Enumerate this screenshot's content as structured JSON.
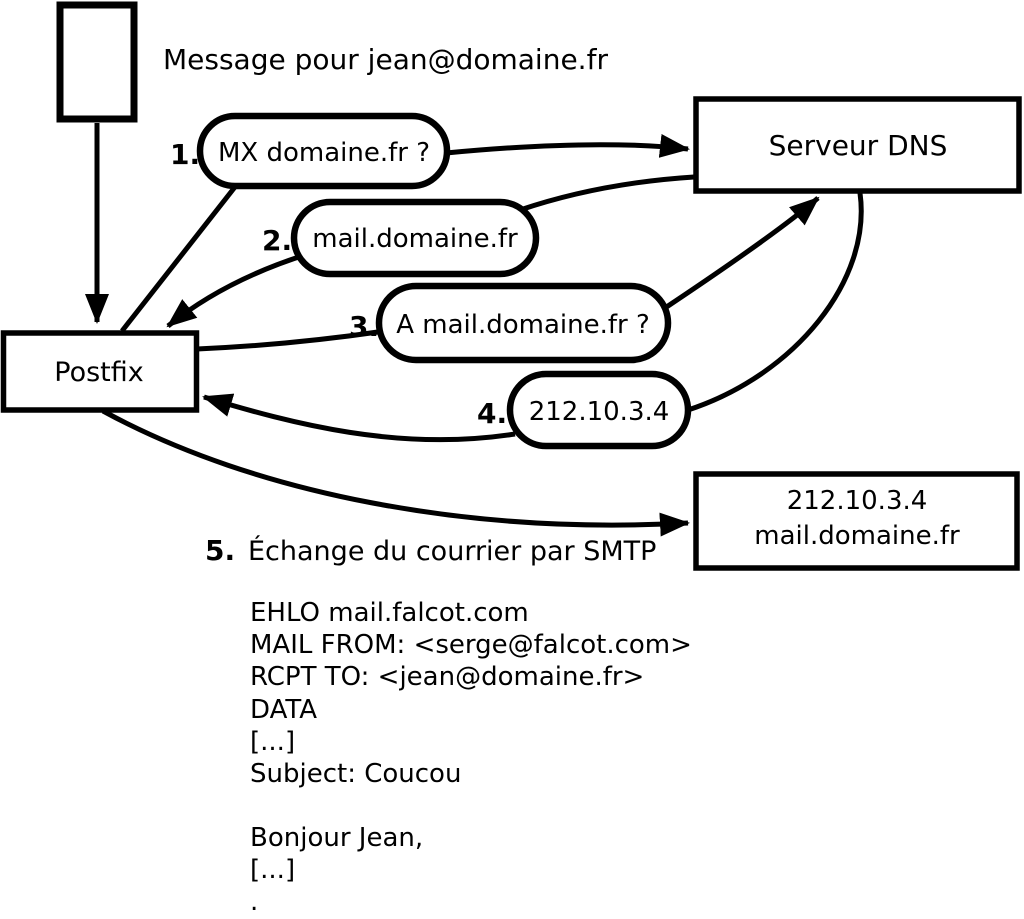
{
  "diagram": {
    "message_label": "Message pour jean@domaine.fr",
    "nodes": {
      "postfix": "Postfix",
      "dns": "Serveur DNS",
      "mail_server_ip": "212.10.3.4",
      "mail_server_host": "mail.domaine.fr"
    },
    "steps": [
      {
        "num": "1.",
        "label": "MX domaine.fr ?"
      },
      {
        "num": "2.",
        "label": "mail.domaine.fr"
      },
      {
        "num": "3.",
        "label": "A mail.domaine.fr ?"
      },
      {
        "num": "4.",
        "label": "212.10.3.4"
      },
      {
        "num": "5.",
        "label": "Échange du courrier par SMTP"
      }
    ],
    "smtp": {
      "lines": [
        "EHLO mail.falcot.com",
        "MAIL FROM: <serge@falcot.com>",
        "RCPT TO: <jean@domaine.fr>",
        "DATA",
        "[...]",
        "Subject: Coucou",
        "",
        "Bonjour Jean,",
        "[...]",
        "."
      ]
    },
    "colors": {
      "ink": "#000000",
      "background": "#ffffff"
    }
  }
}
